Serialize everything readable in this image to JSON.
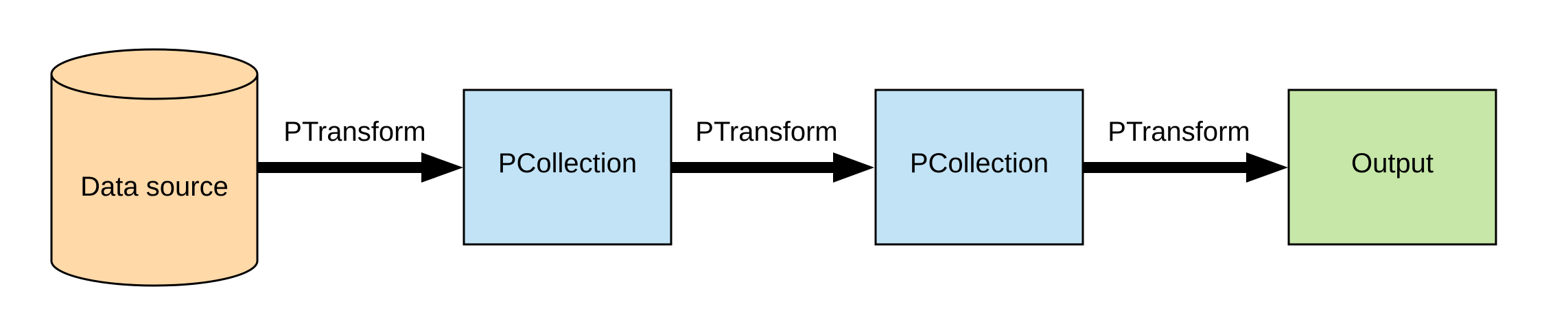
{
  "diagram": {
    "nodes": [
      {
        "id": "source",
        "shape": "cylinder",
        "label": "Data source",
        "fill": "#FFD9A8"
      },
      {
        "id": "pcollection_1",
        "shape": "rectangle",
        "label": "PCollection",
        "fill": "#C2E3F6"
      },
      {
        "id": "pcollection_2",
        "shape": "rectangle",
        "label": "PCollection",
        "fill": "#C2E3F6"
      },
      {
        "id": "output",
        "shape": "rectangle",
        "label": "Output",
        "fill": "#C6E7A8"
      }
    ],
    "edges": [
      {
        "from": "source",
        "to": "pcollection_1",
        "label": "PTransform"
      },
      {
        "from": "pcollection_1",
        "to": "pcollection_2",
        "label": "PTransform"
      },
      {
        "from": "pcollection_2",
        "to": "output",
        "label": "PTransform"
      }
    ],
    "colors": {
      "stroke": "#000000",
      "arrow": "#000000"
    }
  }
}
